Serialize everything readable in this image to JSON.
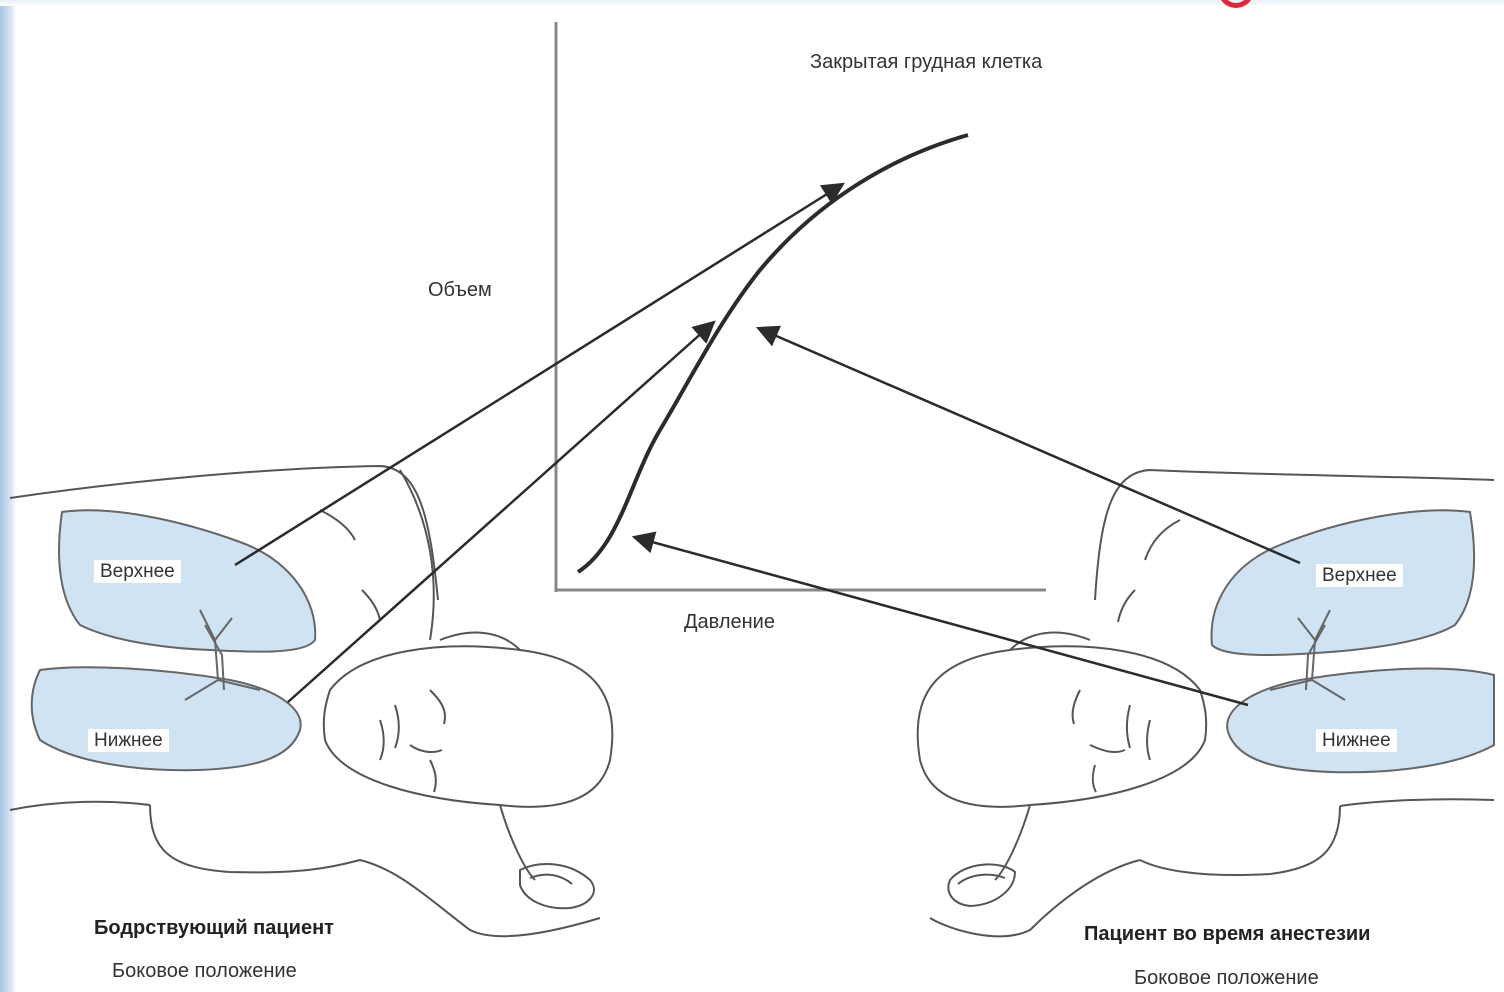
{
  "diagram": {
    "chart_label": "Закрытая грудная клетка",
    "y_axis_label": "Объем",
    "x_axis_label": "Давление",
    "left_patient": {
      "upper_lung": "Верхнее",
      "lower_lung": "Нижнее",
      "caption": "Бодрствующий пациент",
      "subcaption": "Боковое положение"
    },
    "right_patient": {
      "upper_lung": "Верхнее",
      "lower_lung": "Нижнее",
      "caption": "Пациент во время анестезии",
      "subcaption": "Боковое положение"
    }
  },
  "colors": {
    "lung_fill": "#cfe3f3",
    "line": "#2b2b2b",
    "accent_red": "#e32636",
    "sidebar_blue": "#a9c6e6"
  }
}
